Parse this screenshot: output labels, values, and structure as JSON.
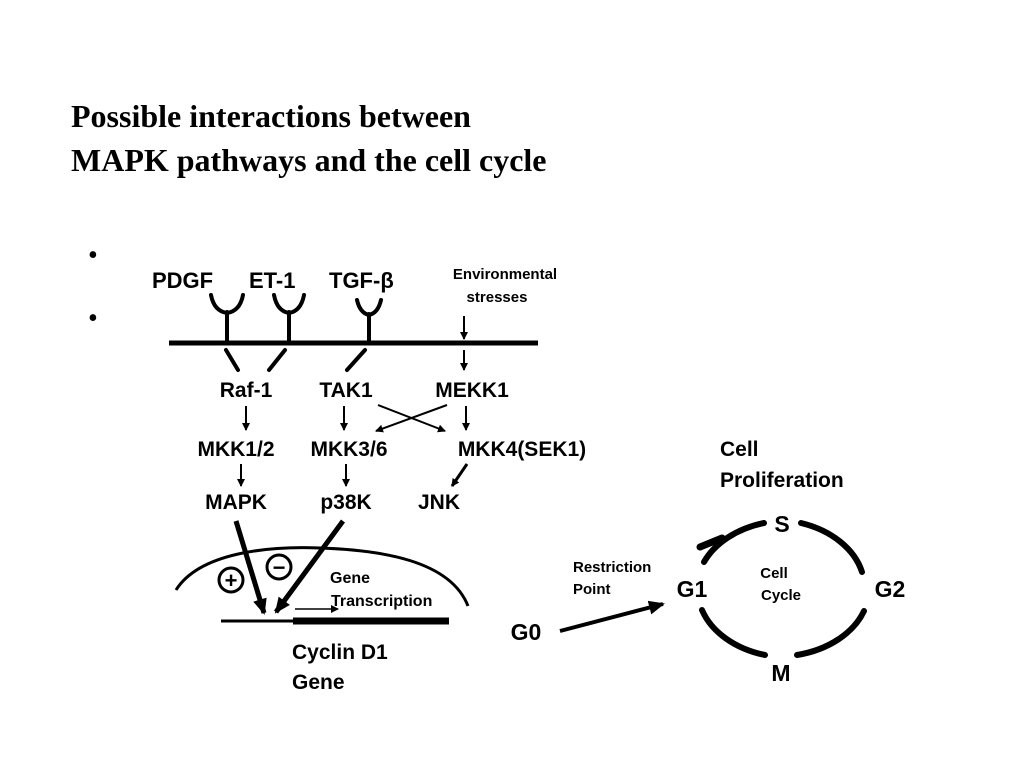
{
  "slide": {
    "title_line1": "Possible interactions between",
    "title_line2": "MAPK pathways and the cell cycle",
    "bullets": [
      "•",
      "•"
    ]
  },
  "diagram": {
    "receptors": [
      "PDGF",
      "ET-1",
      "TGF-β"
    ],
    "stress_label_1": "Environmental",
    "stress_label_2": "stresses",
    "kinase_level1": [
      "Raf-1",
      "TAK1",
      "MEKK1"
    ],
    "kinase_level2": [
      "MKK1/2",
      "MKK3/6",
      "MKK4(SEK1)"
    ],
    "kinase_level3": [
      "MAPK",
      "p38K",
      "JNK"
    ],
    "plus_sign": "+",
    "minus_sign": "−",
    "gene_transcription_1": "Gene",
    "gene_transcription_2": "Transcription",
    "cyclin_1": "Cyclin D1",
    "cyclin_2": "Gene",
    "cell_proliferation_1": "Cell",
    "cell_proliferation_2": "Proliferation",
    "restriction_1": "Restriction",
    "restriction_2": "Point",
    "cycle_center_1": "Cell",
    "cycle_center_2": "Cycle",
    "phases": {
      "s": "S",
      "g1": "G1",
      "g2": "G2",
      "m": "M",
      "g0": "G0"
    }
  }
}
